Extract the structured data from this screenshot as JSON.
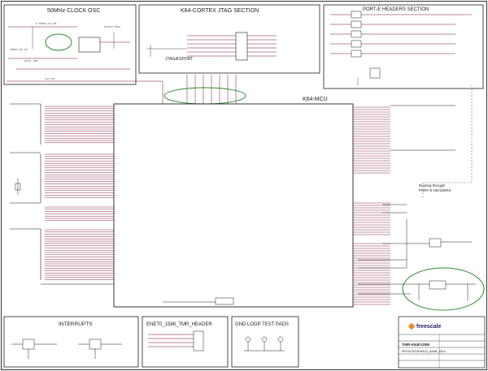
{
  "sections": {
    "clock": "50MHz CLOCK OSC",
    "jtag": "K64-CORTEX JTAG SECTION",
    "port_e": "PORT-E HEADERS SECTION",
    "mcu": "K64-MCU",
    "interrupts": "INTERRUPTS",
    "enet": "ENET0_1588_TMR_HEADER",
    "gnd": "GND LOOP TEST PADS",
    "jtag_header": "JTAG/ESPORT"
  },
  "notes": {
    "routing": "Routing through",
    "routing2": "PORT-E HEADERS"
  },
  "title_block": {
    "brand": "freescale",
    "board": "TWR-K64F120M",
    "sheet": "PROCESSOR/MCU_BANK_MCU"
  },
  "colors": {
    "pins": "#7a0f2c",
    "box": "#1e1e1e",
    "sheet_border": "#333333",
    "highlight": "#2e8b2e",
    "title": "#1a1a6e"
  }
}
